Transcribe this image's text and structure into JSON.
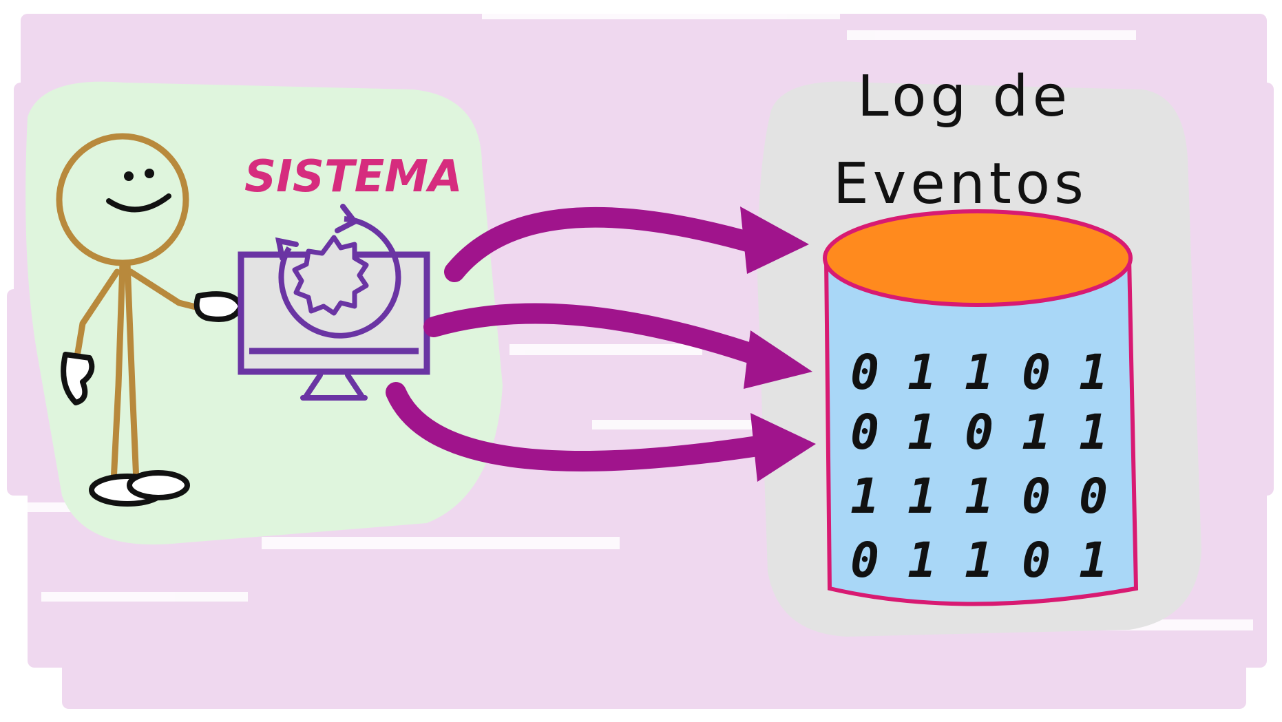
{
  "system": {
    "label": "SISTEMA"
  },
  "log": {
    "title_line1": "Log de",
    "title_line2": "Eventos",
    "bits": [
      [
        "0",
        "1",
        "1",
        "0",
        "1"
      ],
      [
        "0",
        "1",
        "0",
        "1",
        "1"
      ],
      [
        "1",
        "1",
        "1",
        "0",
        "0"
      ],
      [
        "0",
        "1",
        "1",
        "0",
        "1"
      ]
    ]
  },
  "icons": {
    "person": "stick-figure-icon",
    "computer": "monitor-gear-icon",
    "database": "database-cylinder-icon"
  },
  "colors": {
    "background_wash": "#efd8ef",
    "left_panel": "#dff5dd",
    "right_panel": "#e3e3e3",
    "arrow": "#a0148c",
    "system_label": "#d62c7e",
    "monitor_outline": "#6a34a3",
    "monitor_fill": "#e3e3e3",
    "person": "#b8893c",
    "db_top": "#ff8a1e",
    "db_body": "#a9d7f7",
    "db_outline": "#d81a72",
    "text": "#111111"
  }
}
